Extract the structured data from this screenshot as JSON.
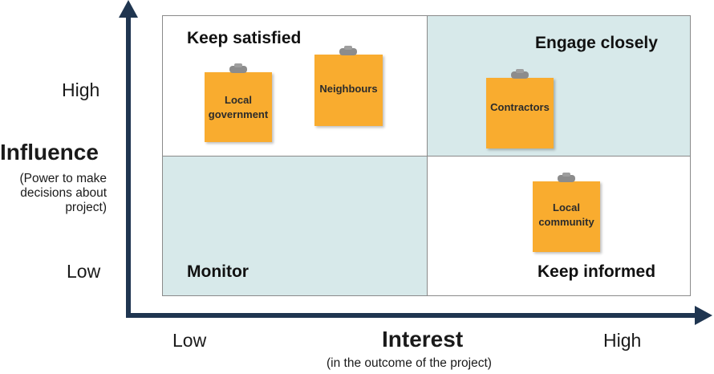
{
  "y_axis": {
    "title": "Influence",
    "subtitle": "(Power to make decisions about project)",
    "high_label": "High",
    "low_label": "Low"
  },
  "x_axis": {
    "title": "Interest",
    "subtitle": "(in the outcome of the project)",
    "low_label": "Low",
    "high_label": "High"
  },
  "quadrants": {
    "top_left": {
      "label": "Keep satisfied"
    },
    "top_right": {
      "label": "Engage closely"
    },
    "bottom_left": {
      "label": "Monitor"
    },
    "bottom_right": {
      "label": "Keep informed"
    }
  },
  "notes": {
    "local_government": "Local government",
    "neighbours": "Neighbours",
    "contractors": "Contractors",
    "local_community": "Local community"
  },
  "colors": {
    "axis": "#1f3550",
    "shaded_quadrant": "#d7e9ea",
    "note": "#f9ac2f",
    "pin": "#8c8c8c"
  }
}
